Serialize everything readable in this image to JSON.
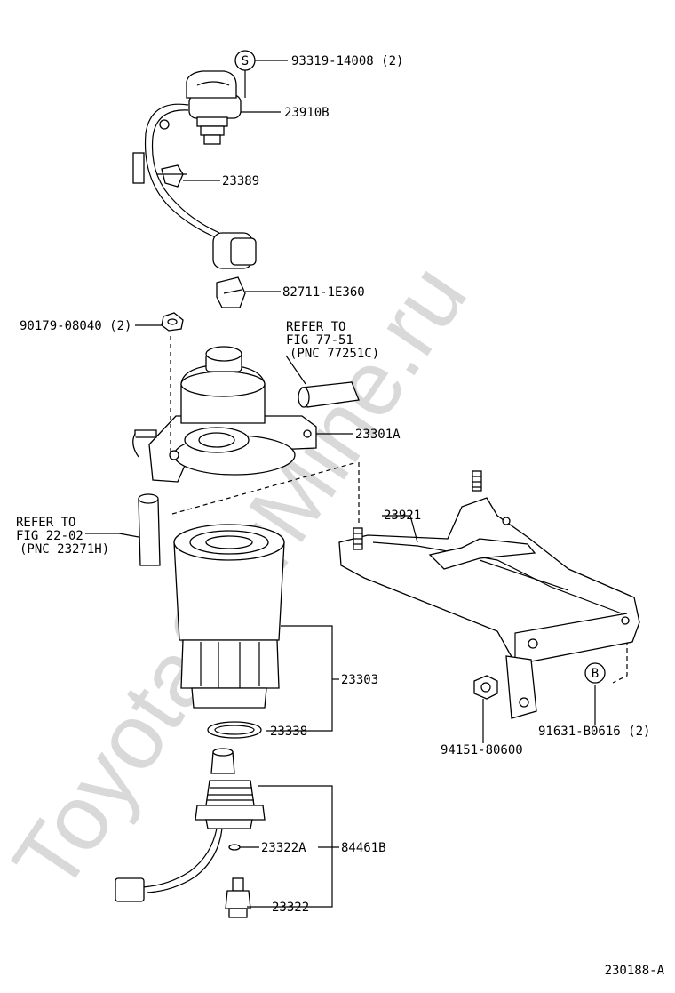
{
  "watermark": "ToyotaCarMine.ru",
  "diagram_id": "230188-A",
  "symbols": {
    "s": "S",
    "b": "B"
  },
  "callouts": {
    "c1": "93319-14008 (2)",
    "c2": "23910B",
    "c3": "23389",
    "c4": "82711-1E360",
    "c5": "90179-08040 (2)",
    "c6": "23301A",
    "c7": "23921",
    "c8": "23303",
    "c9": "23338",
    "c10": "23322A",
    "c11": "84461B",
    "c12": "23322",
    "c13": "94151-80600",
    "c14": "91631-B0616 (2)"
  },
  "refer_upper": {
    "l1": "REFER TO",
    "l2": "FIG 77-51",
    "l3": "(PNC 77251C)"
  },
  "refer_left": {
    "l1": "REFER TO",
    "l2": "FIG 22-02",
    "l3": "(PNC 23271H)"
  }
}
